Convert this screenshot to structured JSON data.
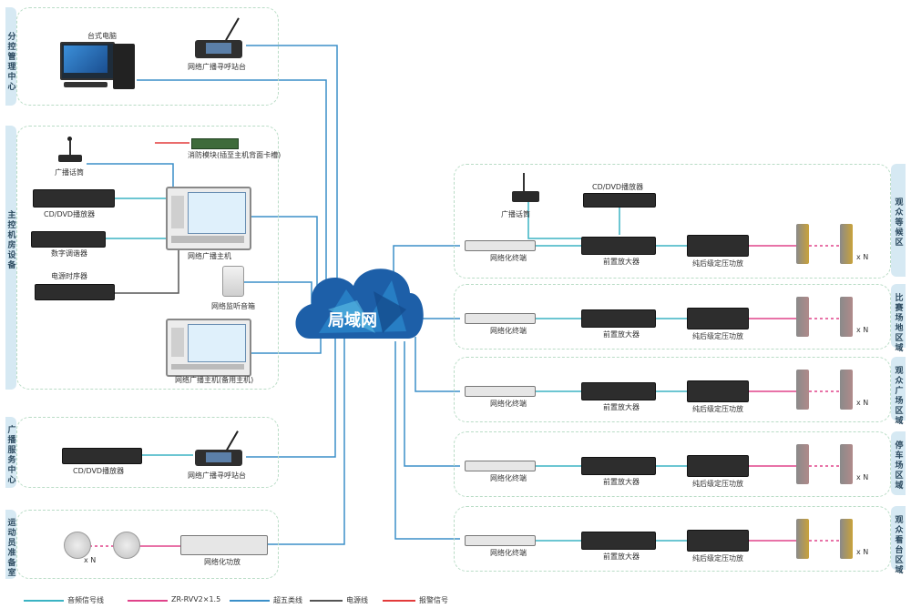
{
  "colors": {
    "audio": "#3bb3c3",
    "rvv": "#e0438a",
    "cat5": "#3b8fc9",
    "power": "#555555",
    "alarm": "#e33b3b"
  },
  "sections": {
    "branch": "分控管理中心",
    "main": "主控机房设备",
    "service": "广播服务中心",
    "athlete": "运动员准备室"
  },
  "zones": [
    "观众等候区",
    "比赛场地区域",
    "观众广场区域",
    "停车场区域",
    "观众看台区域"
  ],
  "labels": {
    "desktop": "台式电脑",
    "paging": "网络广播寻呼站台",
    "fire": "消防模块(插至主机背面卡槽)",
    "mic": "广播话筒",
    "cd": "CD/DVD播放器",
    "tuner": "数字调谐器",
    "sequencer": "电源时序器",
    "host": "网络广播主机",
    "monitor": "网络监听音箱",
    "host_backup": "网络广播主机(备用主机)",
    "service_cd": "CD/DVD播放器",
    "service_paging": "网络广播寻呼站台",
    "xn": "x N",
    "net_amp": "网络化功放",
    "lan": "局域网",
    "zone_mic": "广播话筒",
    "zone_cd": "CD/DVD播放器",
    "terminal": "网络化终端",
    "preamp": "前置放大器",
    "power_amp": "纯后级定压功放"
  },
  "legend": [
    {
      "label": "音频信号线",
      "color": "#3bb3c3"
    },
    {
      "label": "ZR-RVV2×1.5",
      "color": "#e0438a"
    },
    {
      "label": "超五类线",
      "color": "#3b8fc9"
    },
    {
      "label": "电源线",
      "color": "#555555"
    },
    {
      "label": "报警信号",
      "color": "#e33b3b"
    }
  ]
}
